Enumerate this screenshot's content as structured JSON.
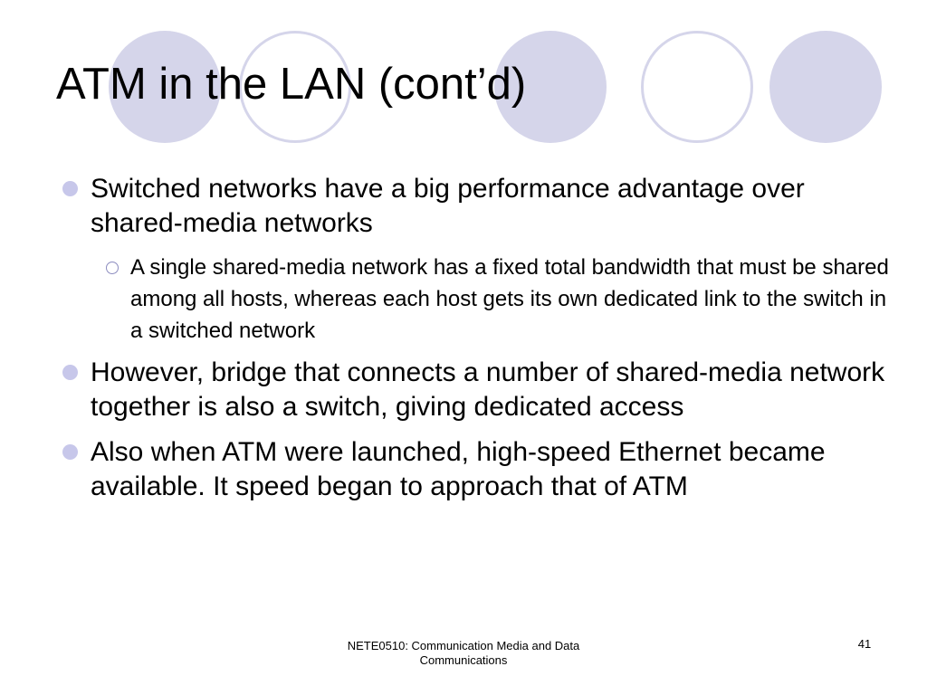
{
  "slide": {
    "title": "ATM in the LAN (cont’d)",
    "bullets": [
      {
        "text": "Switched networks have a big performance advantage over shared-media networks",
        "sub": [
          "A single shared-media network has a fixed total bandwidth that must be shared among all hosts, whereas each host gets its own dedicated link to the switch in a switched network"
        ]
      },
      {
        "text": "However, bridge that connects a number of shared-media network together is also a switch, giving dedicated access",
        "sub": []
      },
      {
        "text": "Also when ATM were launched, high-speed Ethernet became available. It speed began to approach that of ATM",
        "sub": []
      }
    ],
    "footer_line1": "NETE0510: Communication Media and Data",
    "footer_line2": "Communications",
    "page_number": "41"
  },
  "colors": {
    "circle_fill": "#d5d5ea",
    "bullet": "#c7c7ea",
    "sub_bullet_outline": "#8c8cbf"
  }
}
